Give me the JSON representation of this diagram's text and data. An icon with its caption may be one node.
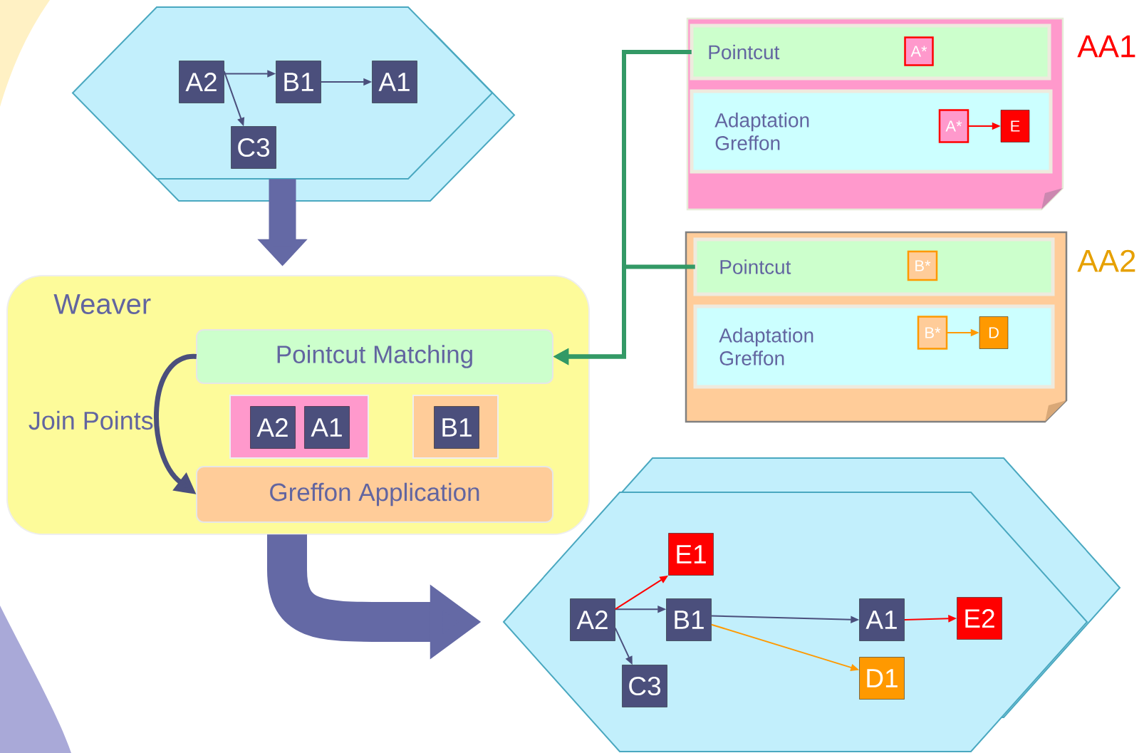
{
  "diagram": {
    "nodes": [
      {
        "text": [],
        "shape": "hexagon"
      },
      {
        "text": [
          "A2"
        ],
        "in": 0
      },
      {
        "text": [
          "B1"
        ],
        "in": 0
      },
      {
        "text": [
          "A1"
        ],
        "in": 0
      },
      {
        "text": [
          "C3"
        ],
        "in": 0
      },
      {
        "text": [],
        "shape": "note",
        "beside": [
          "AA1"
        ]
      },
      {
        "text": [
          "Pointcut"
        ],
        "in": 5
      },
      {
        "text": [
          "A*"
        ],
        "in": 6
      },
      {
        "text": [
          "Adaptation Greffon"
        ],
        "in": 5
      },
      {
        "text": [
          "A*"
        ],
        "in": 8
      },
      {
        "text": [
          "E"
        ],
        "in": 8
      },
      {
        "text": [],
        "shape": "note",
        "beside": [
          "AA2"
        ]
      },
      {
        "text": [
          "Pointcut"
        ],
        "in": 11
      },
      {
        "text": [
          "B*"
        ],
        "in": 12
      },
      {
        "text": [
          "Adaptation Greffon"
        ],
        "in": 11
      },
      {
        "text": [
          "B*"
        ],
        "in": 14
      },
      {
        "text": [
          "D"
        ],
        "in": 14
      },
      {
        "text": [
          "Weaver"
        ]
      },
      {
        "text": [
          "Pointcut Matching"
        ],
        "in": 17
      },
      {
        "text": [],
        "shape": "box",
        "in": 17
      },
      {
        "text": [
          "A2"
        ],
        "in": 19
      },
      {
        "text": [
          "A1"
        ],
        "in": 19
      },
      {
        "text": [],
        "shape": "box",
        "in": 17
      },
      {
        "text": [
          "B1"
        ],
        "in": 22
      },
      {
        "text": [
          "Greffon Application"
        ],
        "in": 17
      },
      {
        "text": [],
        "shape": "hexagon"
      },
      {
        "text": [
          "A2"
        ],
        "in": 25
      },
      {
        "text": [
          "B1"
        ],
        "in": 25
      },
      {
        "text": [
          "A1"
        ],
        "in": 25
      },
      {
        "text": [
          "C3"
        ],
        "in": 25
      },
      {
        "text": [
          "E1"
        ],
        "in": 25
      },
      {
        "text": [
          "E2"
        ],
        "in": 25
      },
      {
        "text": [
          "D1"
        ],
        "in": 25
      }
    ],
    "edges": [
      {
        "from": 1,
        "to": 2,
        "arrow": "to"
      },
      {
        "from": 2,
        "to": 3,
        "arrow": "to"
      },
      {
        "from": 1,
        "to": 4,
        "arrow": "to"
      },
      {
        "from": 9,
        "to": 10,
        "arrow": "to",
        "color": "#ff0000"
      },
      {
        "from": 15,
        "to": 16,
        "arrow": "to",
        "color": "#ff9900"
      },
      {
        "from": 6,
        "to": 18,
        "arrow": "to",
        "style": "thick",
        "color": "#339966"
      },
      {
        "from": 12,
        "to": 18,
        "arrow": "to",
        "style": "thick",
        "color": "#339966"
      },
      {
        "from": 0,
        "to": 17,
        "arrow": "to",
        "style": "thick",
        "color": "#6469a5"
      },
      {
        "from": 17,
        "to": 25,
        "arrow": "to",
        "style": "thick",
        "color": "#6469a5"
      },
      {
        "from": 18,
        "to": 24,
        "arrow": "to",
        "style": "thick",
        "label": "Join Points"
      },
      {
        "from": 26,
        "to": 27,
        "arrow": "to"
      },
      {
        "from": 26,
        "to": 30,
        "arrow": "to",
        "color": "#ff0000"
      },
      {
        "from": 26,
        "to": 29,
        "arrow": "to"
      },
      {
        "from": 27,
        "to": 28,
        "arrow": "to"
      },
      {
        "from": 27,
        "to": 32,
        "arrow": "to",
        "color": "#ff9900"
      },
      {
        "from": 28,
        "to": 31,
        "arrow": "to",
        "color": "#ff0000"
      }
    ]
  }
}
